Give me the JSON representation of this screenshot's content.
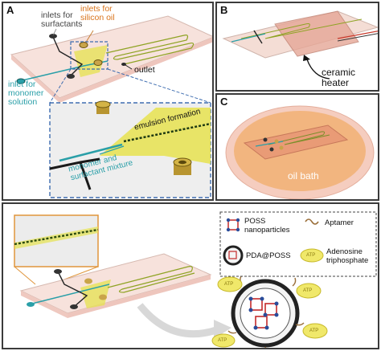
{
  "panels": {
    "a": {
      "label": "A",
      "inlets_surfactants": [
        "inlets for",
        "surfactants"
      ],
      "inlets_silicon_oil": [
        "inlets for",
        "silicon oil"
      ],
      "outlet": "outlet",
      "inlet_monomer": [
        "inlet for",
        "monomer",
        "solution"
      ],
      "emulsion_formation": "emulsion formation",
      "monomer_surfactant": [
        "monomer and",
        "surfactant mixture"
      ]
    },
    "b": {
      "label": "B",
      "ceramic_heater": [
        "ceramic",
        "heater"
      ]
    },
    "c": {
      "label": "C",
      "oil_bath": "oil bath"
    },
    "d": {
      "legend": {
        "poss": [
          "POSS",
          "nanoparticles"
        ],
        "aptamer": "Aptamer",
        "pda_poss": "PDA@POSS",
        "atp": [
          "Adenosine",
          "triphosphate"
        ],
        "atp_tag": "ATP"
      }
    }
  },
  "colors": {
    "orange_text": "#d9731a",
    "teal": "#2a9fa8",
    "chip_pink": "#f6dcd6",
    "yellow": "#e3e04a",
    "oil_bath": "#f3b880",
    "dish_rim": "#f7d2c2",
    "dashed_blue": "#3e6db0",
    "thumb_orange": "#e0953b"
  }
}
